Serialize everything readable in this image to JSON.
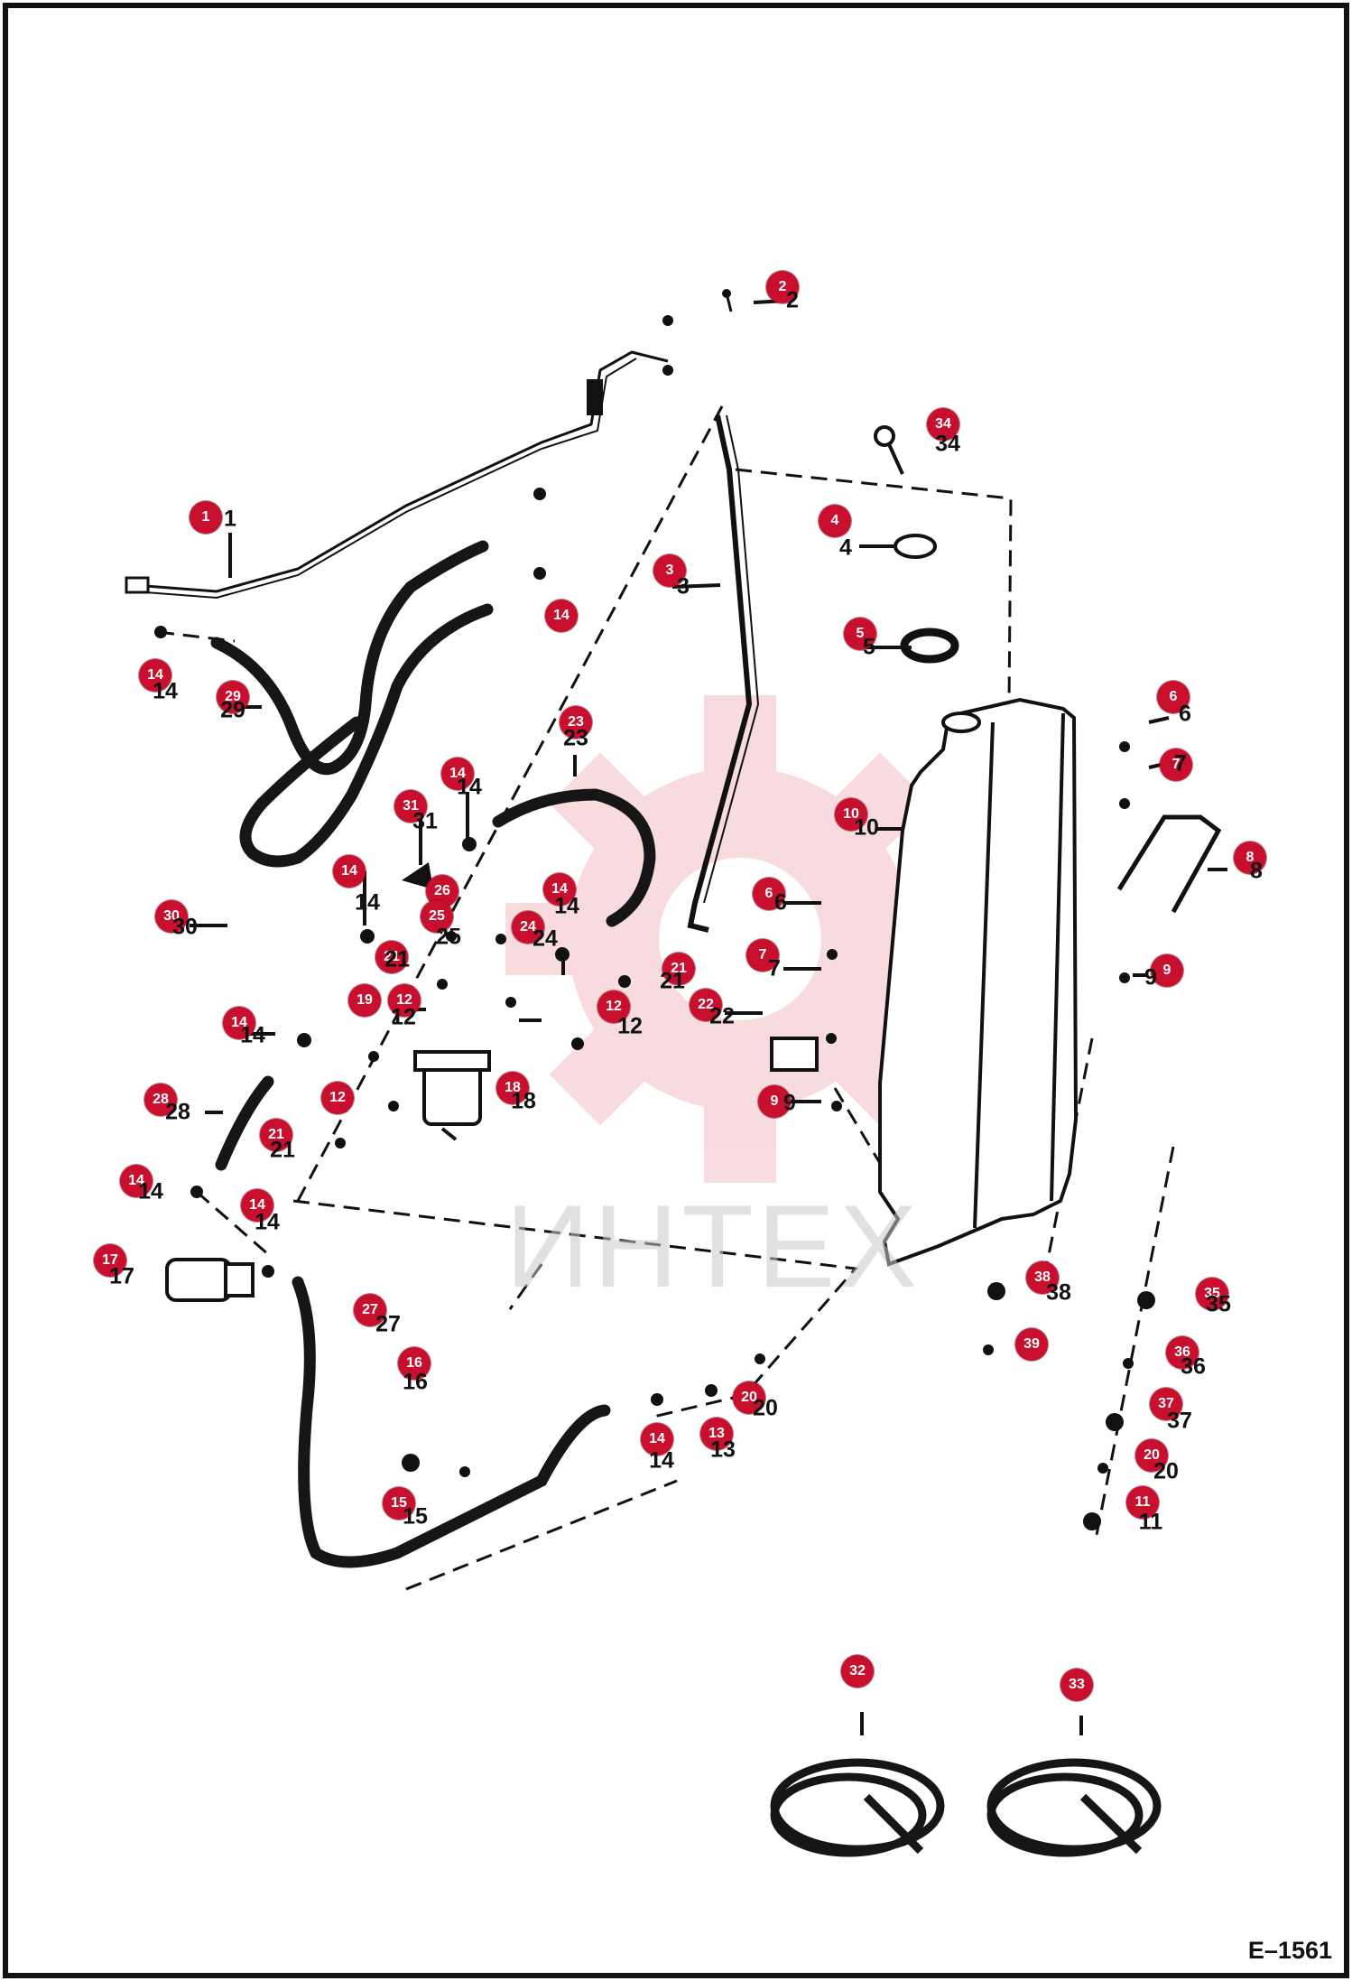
{
  "drawing_number": "E–1561",
  "watermark": "ИНТЕХ",
  "colors": {
    "callout": "#c8102e",
    "line": "#111111",
    "watermark": "#e8a0a0",
    "hose": "#161616"
  },
  "callouts": [
    {
      "id": "c1",
      "num": "1"
    },
    {
      "id": "c2",
      "num": "2"
    },
    {
      "id": "c3",
      "num": "3"
    },
    {
      "id": "c4",
      "num": "4"
    },
    {
      "id": "c5",
      "num": "5"
    },
    {
      "id": "c6a",
      "num": "6"
    },
    {
      "id": "c7a",
      "num": "7"
    },
    {
      "id": "c8",
      "num": "8"
    },
    {
      "id": "c9a",
      "num": "9"
    },
    {
      "id": "c10",
      "num": "10"
    },
    {
      "id": "c6b",
      "num": "6"
    },
    {
      "id": "c7b",
      "num": "7"
    },
    {
      "id": "c9b",
      "num": "9"
    },
    {
      "id": "c22",
      "num": "22"
    },
    {
      "id": "c21a",
      "num": "21"
    },
    {
      "id": "c12a",
      "num": "12"
    },
    {
      "id": "c14a",
      "num": "14"
    },
    {
      "id": "c14b",
      "num": "14"
    },
    {
      "id": "c29",
      "num": "29"
    },
    {
      "id": "c23",
      "num": "23"
    },
    {
      "id": "c14c",
      "num": "14"
    },
    {
      "id": "c31",
      "num": "31"
    },
    {
      "id": "c14d",
      "num": "14"
    },
    {
      "id": "c26",
      "num": "26"
    },
    {
      "id": "c25",
      "num": "25"
    },
    {
      "id": "c14e",
      "num": "14"
    },
    {
      "id": "c30",
      "num": "30"
    },
    {
      "id": "c24",
      "num": "24"
    },
    {
      "id": "c21b",
      "num": "21"
    },
    {
      "id": "c19",
      "num": "19"
    },
    {
      "id": "c12b",
      "num": "12"
    },
    {
      "id": "c14f",
      "num": "14"
    },
    {
      "id": "c28",
      "num": "28"
    },
    {
      "id": "c12c",
      "num": "12"
    },
    {
      "id": "c18",
      "num": "18"
    },
    {
      "id": "c21c",
      "num": "21"
    },
    {
      "id": "c14g",
      "num": "14"
    },
    {
      "id": "c14h",
      "num": "14"
    },
    {
      "id": "c17",
      "num": "17"
    },
    {
      "id": "c27",
      "num": "27"
    },
    {
      "id": "c16",
      "num": "16"
    },
    {
      "id": "c15",
      "num": "15"
    },
    {
      "id": "c14i",
      "num": "14"
    },
    {
      "id": "c13",
      "num": "13"
    },
    {
      "id": "c20a",
      "num": "20"
    },
    {
      "id": "c38",
      "num": "38"
    },
    {
      "id": "c39",
      "num": "39"
    },
    {
      "id": "c35",
      "num": "35"
    },
    {
      "id": "c36",
      "num": "36"
    },
    {
      "id": "c37",
      "num": "37"
    },
    {
      "id": "c20b",
      "num": "20"
    },
    {
      "id": "c11",
      "num": "11"
    },
    {
      "id": "c32",
      "num": "32"
    },
    {
      "id": "c33",
      "num": "33"
    },
    {
      "id": "c34",
      "num": "34"
    }
  ],
  "part_labels": [
    {
      "id": "l1",
      "text": "1"
    },
    {
      "id": "l2",
      "text": "2"
    },
    {
      "id": "l3",
      "text": "3"
    },
    {
      "id": "l4",
      "text": "4"
    },
    {
      "id": "l5",
      "text": "5"
    },
    {
      "id": "l6a",
      "text": "6"
    },
    {
      "id": "l7a",
      "text": "7"
    },
    {
      "id": "l8",
      "text": "8"
    },
    {
      "id": "l9a",
      "text": "9"
    },
    {
      "id": "l10",
      "text": "10"
    },
    {
      "id": "l6b",
      "text": "6"
    },
    {
      "id": "l7b",
      "text": "7"
    },
    {
      "id": "l9b",
      "text": "9"
    },
    {
      "id": "l22",
      "text": "22"
    },
    {
      "id": "l21a",
      "text": "21"
    },
    {
      "id": "l12a",
      "text": "12"
    },
    {
      "id": "l14b",
      "text": "14"
    },
    {
      "id": "l29",
      "text": "29"
    },
    {
      "id": "l23",
      "text": "23"
    },
    {
      "id": "l14c",
      "text": "14"
    },
    {
      "id": "l31",
      "text": "31"
    },
    {
      "id": "l14d",
      "text": "14"
    },
    {
      "id": "l25",
      "text": "25"
    },
    {
      "id": "l14e",
      "text": "14"
    },
    {
      "id": "l30",
      "text": "30"
    },
    {
      "id": "l24",
      "text": "24"
    },
    {
      "id": "l21b",
      "text": "21"
    },
    {
      "id": "l12b",
      "text": "12"
    },
    {
      "id": "l14f",
      "text": "14"
    },
    {
      "id": "l28",
      "text": "28"
    },
    {
      "id": "l18",
      "text": "18"
    },
    {
      "id": "l21c",
      "text": "21"
    },
    {
      "id": "l14g",
      "text": "14"
    },
    {
      "id": "l14h",
      "text": "14"
    },
    {
      "id": "l17",
      "text": "17"
    },
    {
      "id": "l27",
      "text": "27"
    },
    {
      "id": "l16",
      "text": "16"
    },
    {
      "id": "l15",
      "text": "15"
    },
    {
      "id": "l14i",
      "text": "14"
    },
    {
      "id": "l13",
      "text": "13"
    },
    {
      "id": "l20a",
      "text": "20"
    },
    {
      "id": "l38",
      "text": "38"
    },
    {
      "id": "l35",
      "text": "35"
    },
    {
      "id": "l36",
      "text": "36"
    },
    {
      "id": "l37",
      "text": "37"
    },
    {
      "id": "l20b",
      "text": "20"
    },
    {
      "id": "l11",
      "text": "11"
    },
    {
      "id": "l34",
      "text": "34"
    }
  ]
}
